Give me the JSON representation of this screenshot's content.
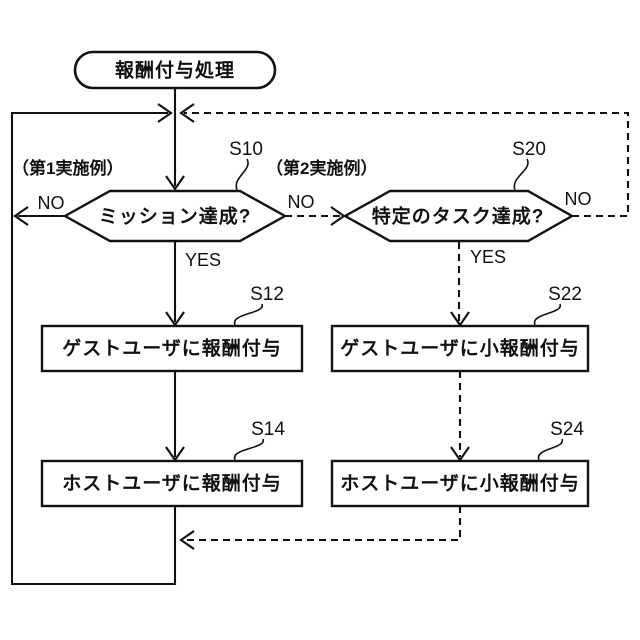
{
  "figure": {
    "type": "flowchart",
    "colors": {
      "line": "#111111",
      "background": "#ffffff"
    },
    "nodes": {
      "start": {
        "label": "報酬付与処理"
      },
      "s10": {
        "ref": "S10",
        "label": "ミッション達成?"
      },
      "s20": {
        "ref": "S20",
        "label": "特定のタスク達成?"
      },
      "s12": {
        "ref": "S12",
        "label": "ゲストユーザに報酬付与"
      },
      "s22": {
        "ref": "S22",
        "label": "ゲストユーザに小報酬付与"
      },
      "s14": {
        "ref": "S14",
        "label": "ホストユーザに報酬付与"
      },
      "s24": {
        "ref": "S24",
        "label": "ホストユーザに小報酬付与"
      }
    },
    "edge_labels": {
      "s10_no_left": "NO",
      "s10_yes": "YES",
      "s10_no_middle": "NO",
      "s20_no_right": "NO",
      "s20_yes": "YES"
    },
    "annotations": {
      "embodiment1": "（第1実施例）",
      "embodiment2": "（第2実施例）"
    }
  }
}
